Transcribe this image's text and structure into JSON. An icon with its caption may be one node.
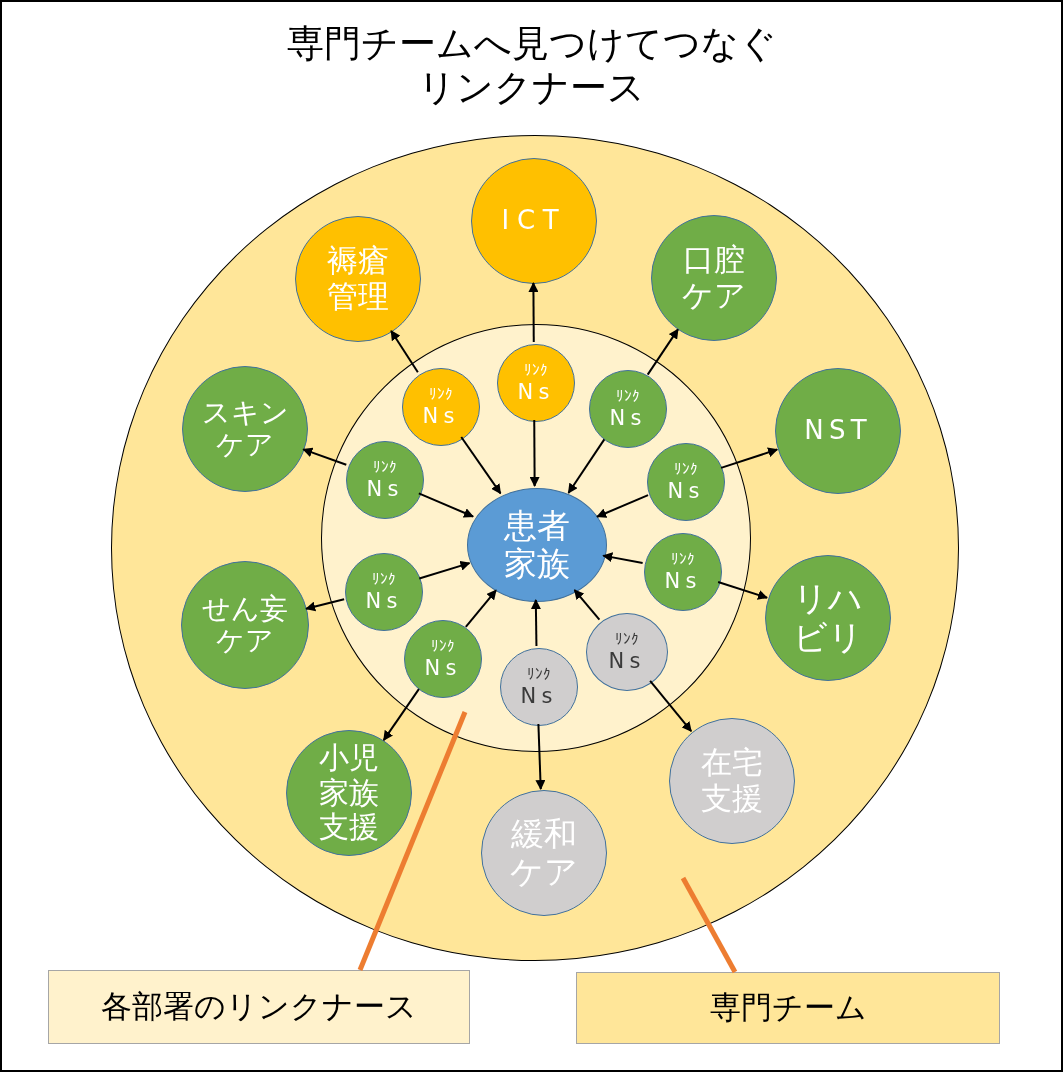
{
  "diagram": {
    "title": "専門チームへ見つけてつなぐリンクナース",
    "nodes": [
      {
        "text": [],
        "shape": "circle"
      },
      {
        "text": [],
        "shape": "circle",
        "in": 0
      },
      {
        "text": [
          "ICT"
        ],
        "in": 0
      },
      {
        "text": [
          "褥瘡管理"
        ],
        "in": 0
      },
      {
        "text": [
          "口腔ケア"
        ],
        "in": 0
      },
      {
        "text": [
          "スキンケア"
        ],
        "in": 0
      },
      {
        "text": [
          "NST"
        ],
        "in": 0
      },
      {
        "text": [
          "リハビリ"
        ],
        "in": 0
      },
      {
        "text": [
          "せん妄ケア"
        ],
        "in": 0
      },
      {
        "text": [
          "在宅支援"
        ],
        "in": 0
      },
      {
        "text": [
          "小児家族支援"
        ],
        "in": 0
      },
      {
        "text": [
          "緩和ケア"
        ],
        "in": 0
      },
      {
        "text": [
          "ﾘﾝｸ",
          "Ns"
        ],
        "in": 1
      },
      {
        "text": [
          "ﾘﾝｸ",
          "Ns"
        ],
        "in": 1
      },
      {
        "text": [
          "ﾘﾝｸ",
          "Ns"
        ],
        "in": 1
      },
      {
        "text": [
          "ﾘﾝｸ",
          "Ns"
        ],
        "in": 1
      },
      {
        "text": [
          "ﾘﾝｸ",
          "Ns"
        ],
        "in": 1
      },
      {
        "text": [
          "患者家族"
        ],
        "in": 1
      },
      {
        "text": [
          "ﾘﾝｸ",
          "Ns"
        ],
        "in": 1
      },
      {
        "text": [
          "ﾘﾝｸ",
          "Ns"
        ],
        "in": 1
      },
      {
        "text": [
          "ﾘﾝｸ",
          "Ns"
        ],
        "in": 1
      },
      {
        "text": [
          "ﾘﾝｸ",
          "Ns"
        ],
        "in": 1
      },
      {
        "text": [
          "ﾘﾝｸ",
          "Ns"
        ],
        "in": 1
      },
      {
        "text": [
          "各部署のリンクナース"
        ]
      },
      {
        "text": [
          "専門チーム"
        ]
      }
    ],
    "edges": [
      {
        "from": 12,
        "to": 17,
        "arrow": "to"
      },
      {
        "from": 12,
        "to": 2,
        "arrow": "to"
      },
      {
        "from": 13,
        "to": 17,
        "arrow": "to"
      },
      {
        "from": 13,
        "to": 3,
        "arrow": "to"
      },
      {
        "from": 14,
        "to": 17,
        "arrow": "to"
      },
      {
        "from": 14,
        "to": 4,
        "arrow": "to"
      },
      {
        "from": 15,
        "to": 17,
        "arrow": "to"
      },
      {
        "from": 15,
        "to": 5,
        "arrow": "to"
      },
      {
        "from": 16,
        "to": 17,
        "arrow": "to"
      },
      {
        "from": 16,
        "to": 6,
        "arrow": "to"
      },
      {
        "from": 18,
        "to": 17,
        "arrow": "to"
      },
      {
        "from": 18,
        "to": 7,
        "arrow": "to"
      },
      {
        "from": 19,
        "to": 17,
        "arrow": "to"
      },
      {
        "from": 19,
        "to": 8,
        "arrow": "to"
      },
      {
        "from": 20,
        "to": 17,
        "arrow": "to"
      },
      {
        "from": 20,
        "to": 9,
        "arrow": "to"
      },
      {
        "from": 21,
        "to": 17,
        "arrow": "to"
      },
      {
        "from": 21,
        "to": 10,
        "arrow": "to"
      },
      {
        "from": 22,
        "to": 17,
        "arrow": "to"
      },
      {
        "from": 22,
        "to": 11,
        "arrow": "to"
      },
      {
        "from": 23,
        "to": 1,
        "arrow": "none",
        "style": "thick",
        "color": "#ed7d31"
      },
      {
        "from": 24,
        "to": 0,
        "arrow": "none",
        "style": "thick",
        "color": "#ed7d31"
      }
    ]
  }
}
